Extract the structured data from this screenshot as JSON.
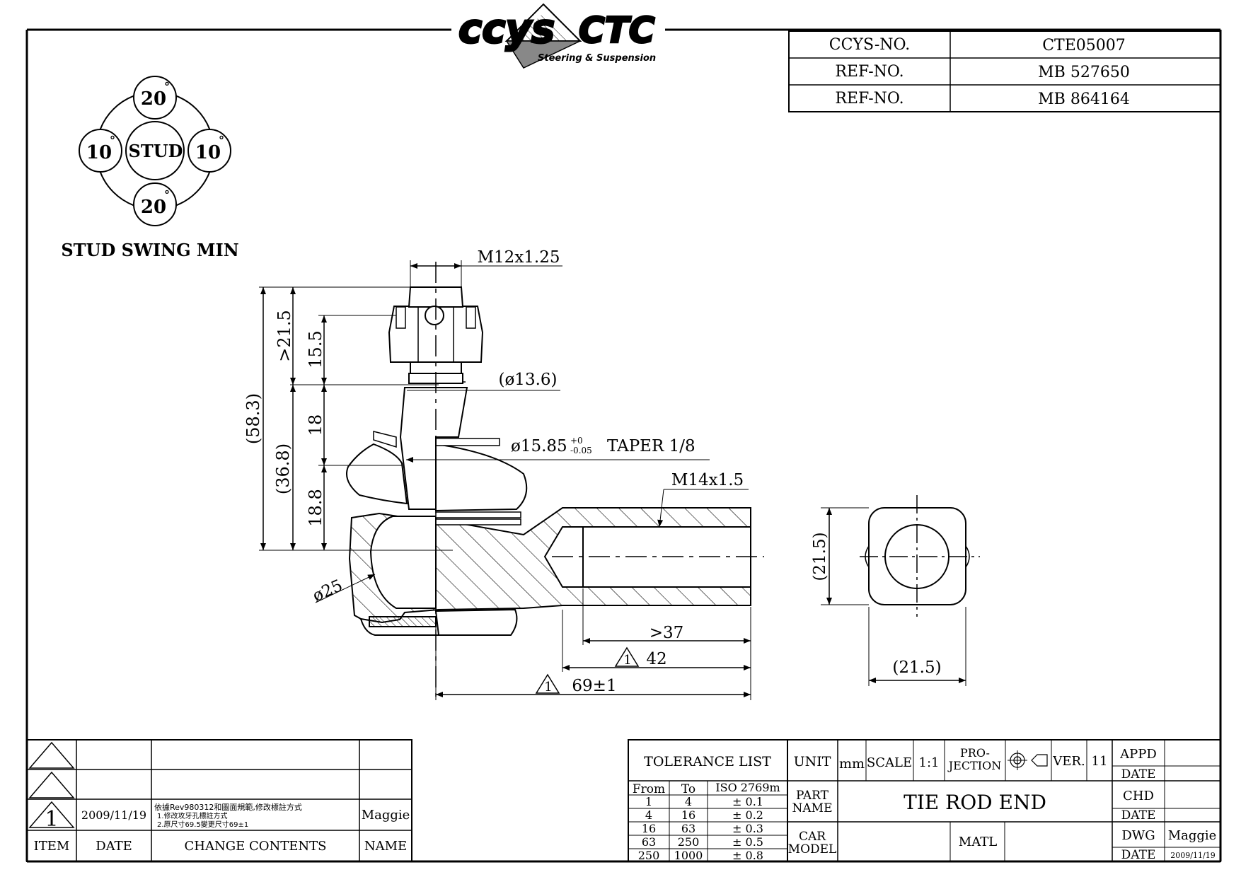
{
  "logo": {
    "brand_left": "ccys",
    "brand_right": "CTC",
    "tagline": "Steering & Suspension"
  },
  "ref_table": [
    {
      "label": "CCYS-NO.",
      "value": "CTE05007"
    },
    {
      "label": "REF-NO.",
      "value": "MB 527650"
    },
    {
      "label": "REF-NO.",
      "value": "MB 864164"
    }
  ],
  "swing": {
    "top": "20",
    "bottom": "20",
    "left": "10",
    "right": "10",
    "deg": "°",
    "center": "STUD",
    "caption": "STUD SWING MIN"
  },
  "dimensions": {
    "thread_stud": "M12x1.25",
    "overall_height": "(58.3)",
    "stud_length": ">21.5",
    "nut_height": "15.5",
    "taper_section": "18",
    "lower_section": "18.8",
    "body_height": "(36.8)",
    "neck_dia": "(ø13.6)",
    "taper_main": "ø15.85",
    "taper_tol_upper": "+0",
    "taper_tol_lower": "-0.05",
    "taper_suffix": "TAPER 1/8",
    "thread_body": "M14x1.5",
    "ball_dia": "ø25",
    "thread_depth": ">37",
    "len_42_flag": "1",
    "len_42": "42",
    "len_69_flag": "1",
    "len_69": "69±1",
    "side_height": "(21.5)",
    "side_width": "(21.5)"
  },
  "revision": {
    "blank_rows": [
      {
        "item": "",
        "date": "",
        "contents": "",
        "name": ""
      },
      {
        "item": "",
        "date": "",
        "contents": "",
        "name": ""
      }
    ],
    "row": {
      "item": "1",
      "date": "2009/11/19",
      "content_line1": "依據Rev980312和圖面規範,修改標註方式",
      "content_line2": "1.修改攻牙孔標註方式",
      "content_line3": "2.原尺寸69.5變更尺寸69±1",
      "name": "Maggie"
    },
    "headers": {
      "item": "ITEM",
      "date": "DATE",
      "contents": "CHANGE CONTENTS",
      "name": "NAME"
    }
  },
  "tolerance": {
    "title": "TOLERANCE LIST",
    "headers": [
      "From",
      "To",
      "ISO 2769m"
    ],
    "rows": [
      [
        "1",
        "4",
        "± 0.1"
      ],
      [
        "4",
        "16",
        "± 0.2"
      ],
      [
        "16",
        "63",
        "± 0.3"
      ],
      [
        "63",
        "250",
        "± 0.5"
      ],
      [
        "250",
        "1000",
        "± 0.8"
      ]
    ]
  },
  "title_block": {
    "unit_label": "UNIT",
    "unit": "mm",
    "scale_label": "SCALE",
    "scale": "1:1",
    "projection_label_1": "PRO-",
    "projection_label_2": "JECTION",
    "ver_label": "VER.",
    "ver": "11",
    "part_name_label_1": "PART",
    "part_name_label_2": "NAME",
    "part_name": "TIE ROD END",
    "car_model_label_1": "CAR",
    "car_model_label_2": "MODEL",
    "car_model": "",
    "matl_label": "MATL",
    "matl": "",
    "appd_label": "APPD",
    "appd": "",
    "date_label": "DATE",
    "appd_date": "",
    "chd_label": "CHD",
    "chd": "",
    "chd_date": "",
    "dwg_label": "DWG",
    "dwg": "Maggie",
    "dwg_date": "2009/11/19"
  }
}
